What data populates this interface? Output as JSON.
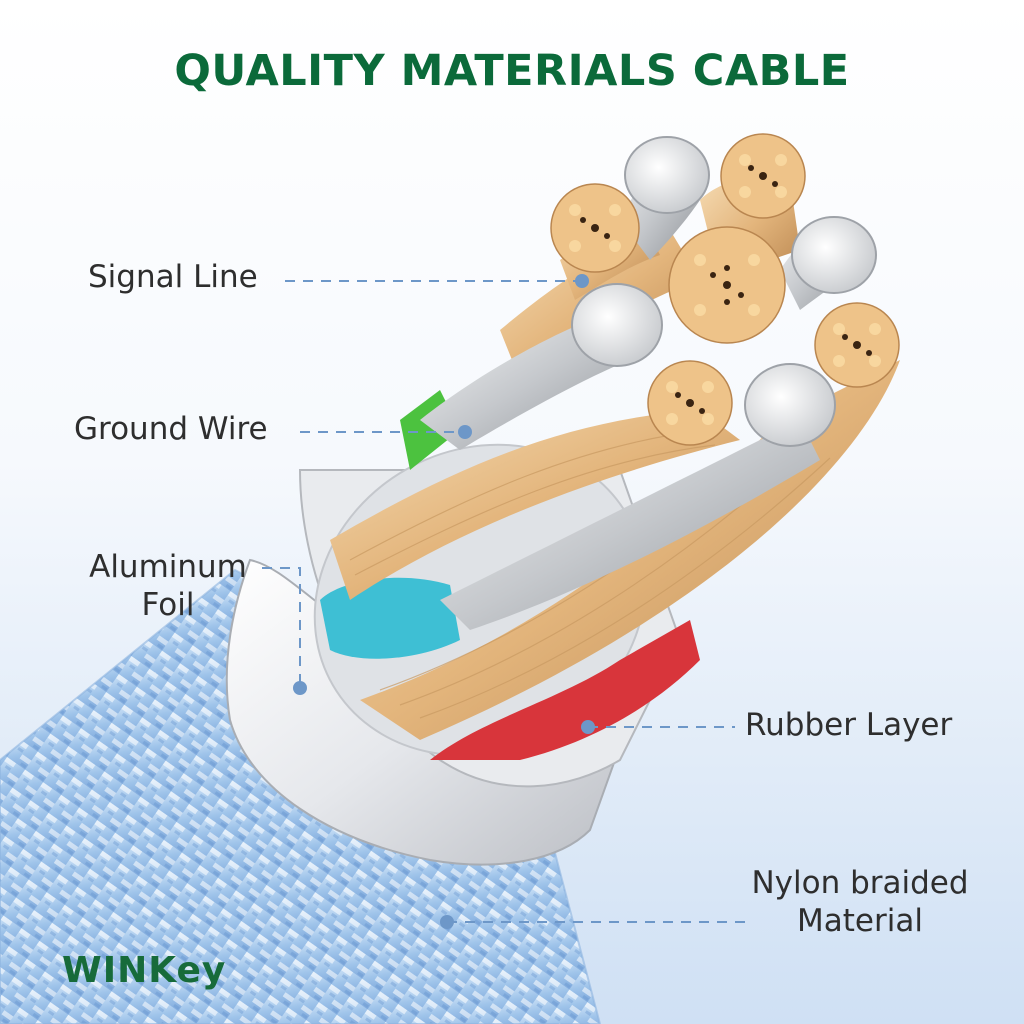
{
  "title": "QUALITY MATERIALS CABLE",
  "labels": {
    "signal_line": "Signal Line",
    "ground_wire": "Ground Wire",
    "aluminum_foil_1": "Aluminum",
    "aluminum_foil_2": "Foil",
    "rubber_layer": "Rubber Layer",
    "nylon_1": "Nylon braided",
    "nylon_2": "Material"
  },
  "brand": "WINKey",
  "colors": {
    "title": "#0b6a3a",
    "brand": "#176b3a",
    "leader": "#6d97c8",
    "copper": "#e8bf86",
    "silver": "#c9ccd0",
    "braid": "#9cc3ea",
    "red_wire": "#d8353b",
    "cyan_wire": "#3ebfd4",
    "green_wire": "#4cc23f"
  }
}
